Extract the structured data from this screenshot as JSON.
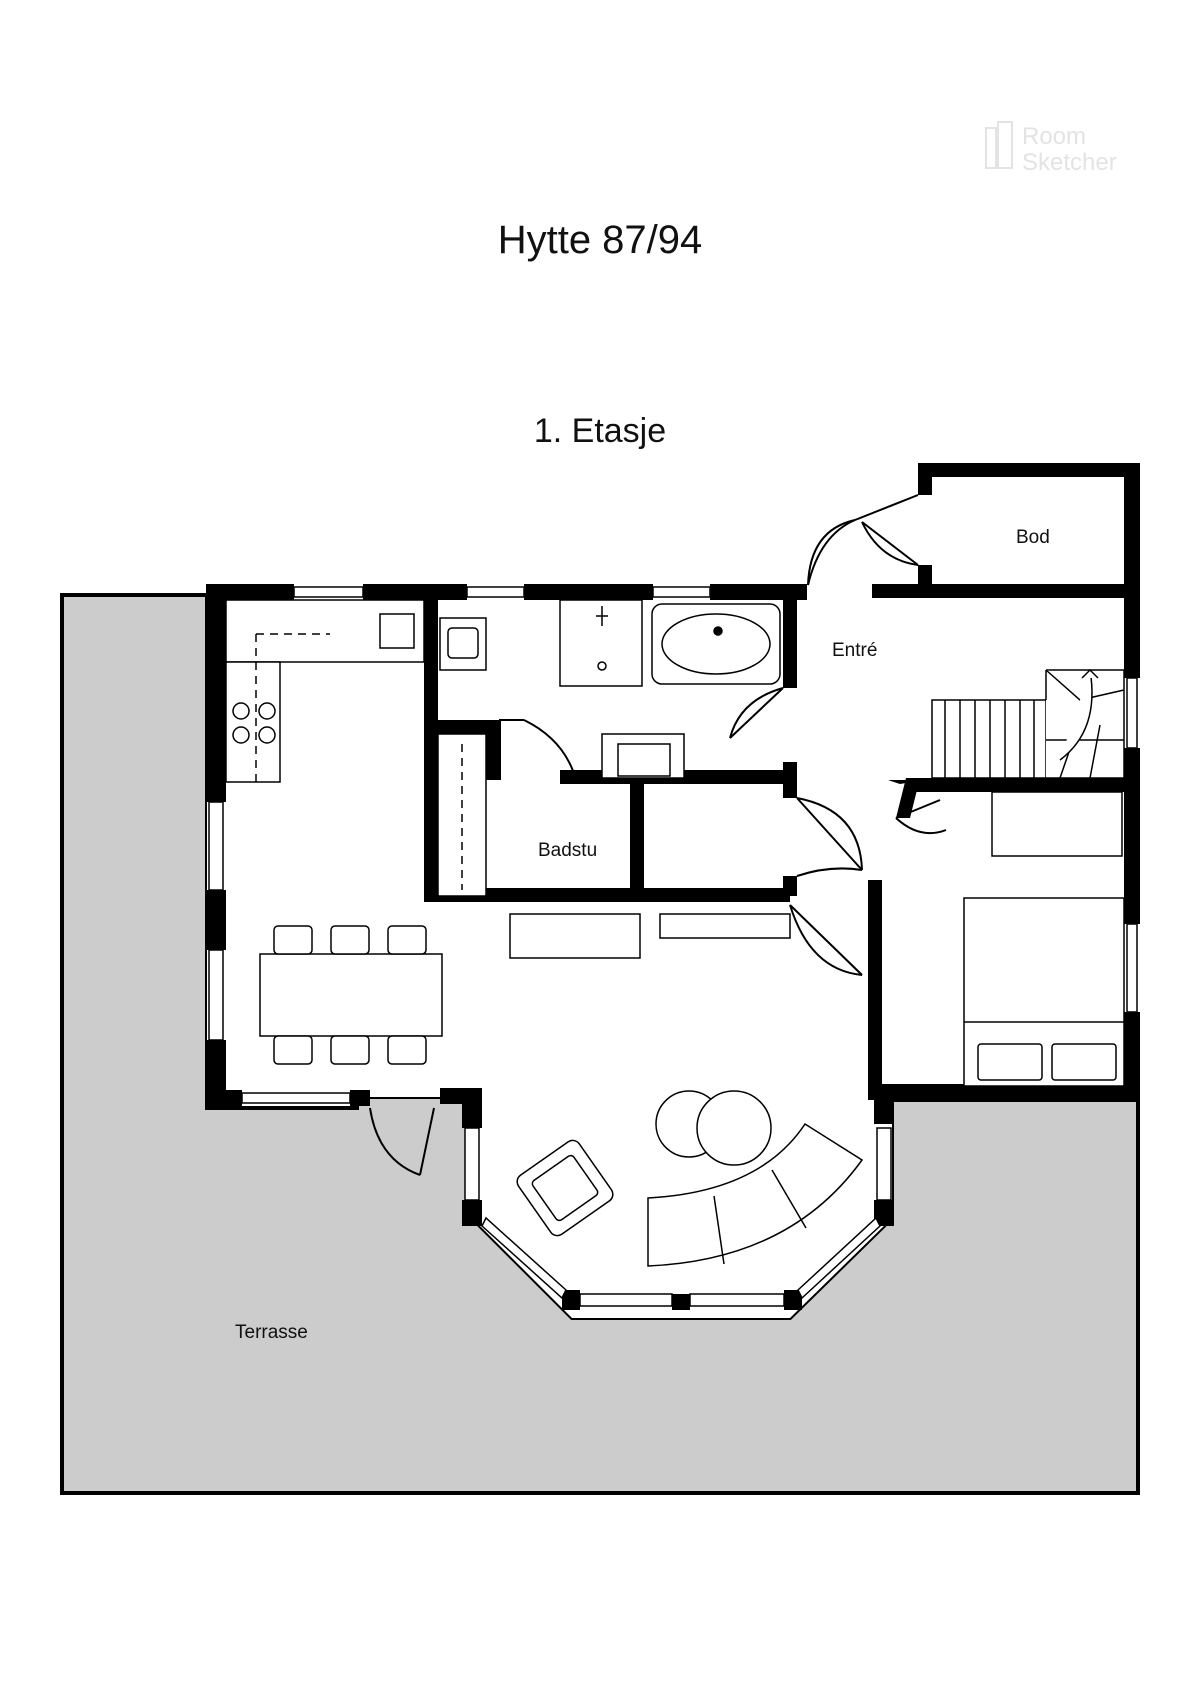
{
  "title": "Hytte 87/94",
  "floor_title": "1. Etasje",
  "watermark": {
    "line1": "Room",
    "line2": "Sketcher"
  },
  "rooms": {
    "bod": "Bod",
    "entre": "Entré",
    "badstu": "Badstu",
    "terrasse": "Terrasse"
  },
  "colors": {
    "wall": "#000000",
    "terrace": "#cccccc",
    "floor": "#ffffff",
    "watermark": "#e3e3e3"
  }
}
